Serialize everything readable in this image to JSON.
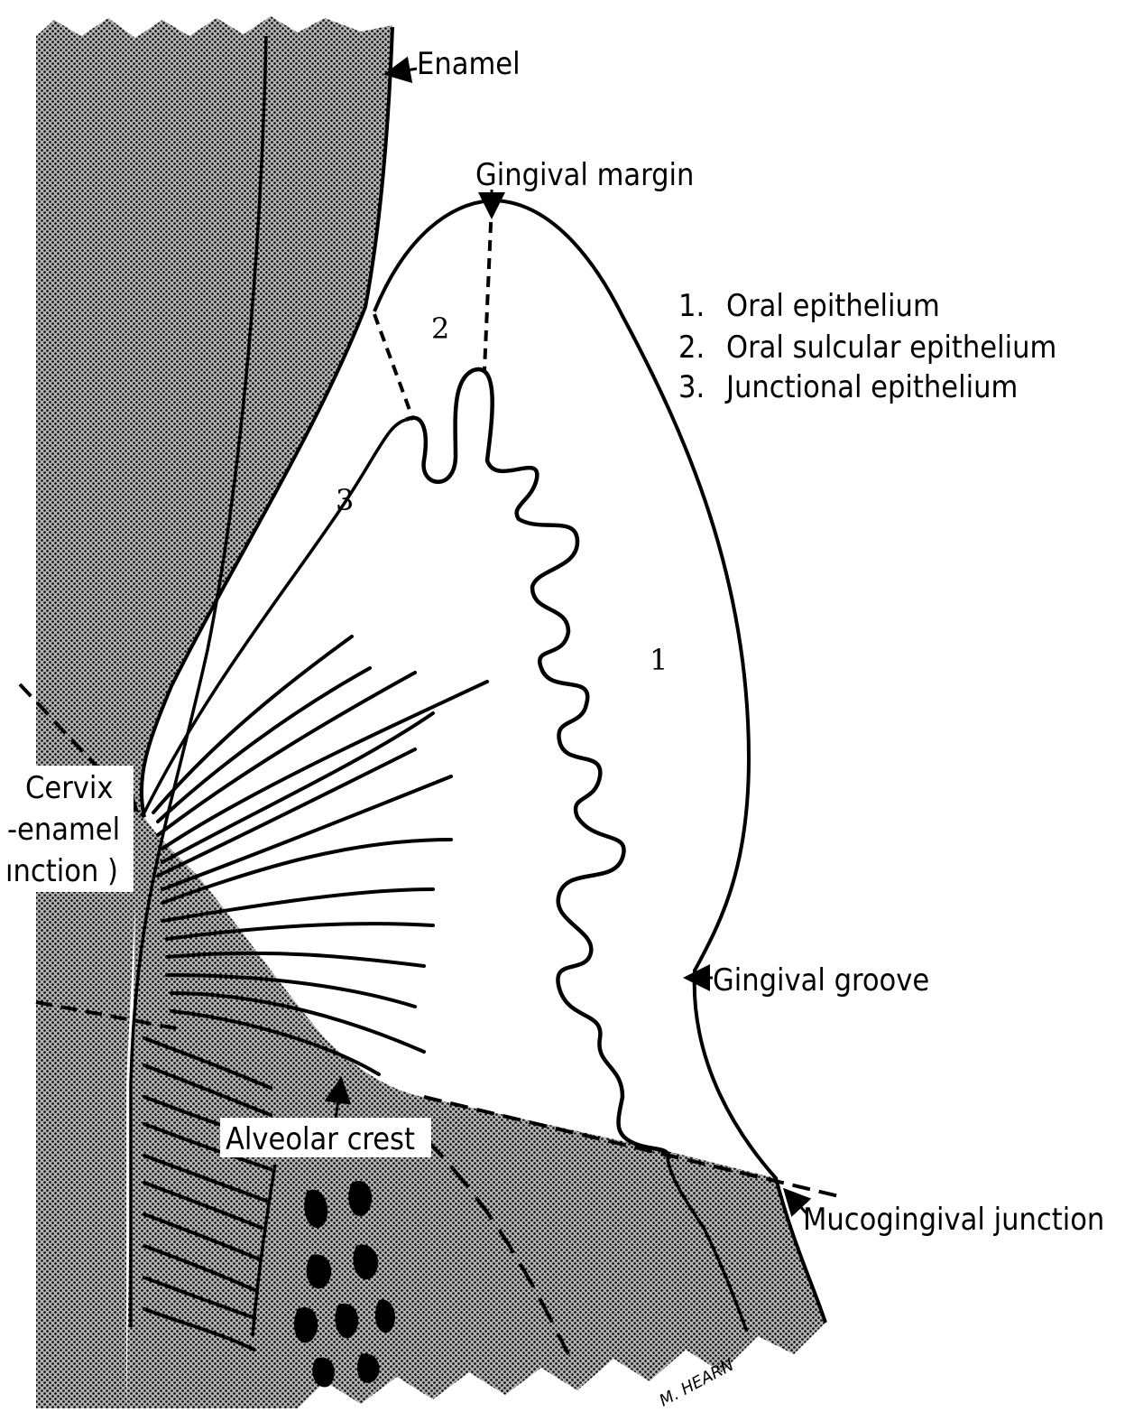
{
  "labels": {
    "enamel": "Enamel",
    "gingival_margin": "Gingival margin",
    "gingival_groove": "Gingival groove",
    "alveolar_crest": "Alveolar crest",
    "mucogingival_junction": "Mucogingival junction",
    "cervix_line1": "Cervix",
    "cervix_line2": "-enamel",
    "cervix_line3": "ınction )"
  },
  "legend": [
    {
      "num": "1.",
      "text": "Oral epithelium"
    },
    {
      "num": "2.",
      "text": "Oral sulcular epithelium"
    },
    {
      "num": "3.",
      "text": "Junctional epithelium"
    }
  ],
  "region_numbers": {
    "one": "1",
    "two": "2",
    "three": "3"
  },
  "signature": "M. HEARN"
}
